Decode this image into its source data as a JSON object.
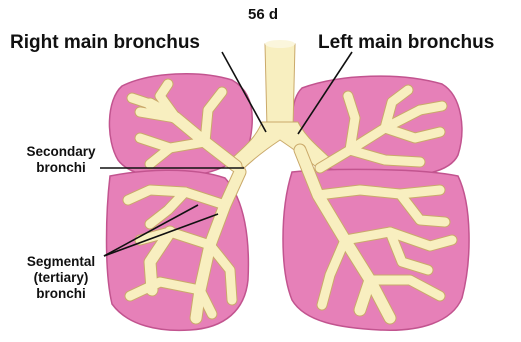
{
  "diagram": {
    "title": "56 d",
    "labels": {
      "right_main_bronchus": "Right main bronchus",
      "left_main_bronchus": "Left main bronchus",
      "secondary_bronchi_line1": "Secondary",
      "secondary_bronchi_line2": "bronchi",
      "segmental_line1": "Segmental",
      "segmental_line2": "(tertiary)",
      "segmental_line3": "bronchi"
    },
    "colors": {
      "lung_fill": "#e680b8",
      "lung_edge": "#c2548f",
      "airway_fill": "#f8efc0",
      "airway_edge": "#caa96a",
      "leader_line": "#111111"
    }
  }
}
